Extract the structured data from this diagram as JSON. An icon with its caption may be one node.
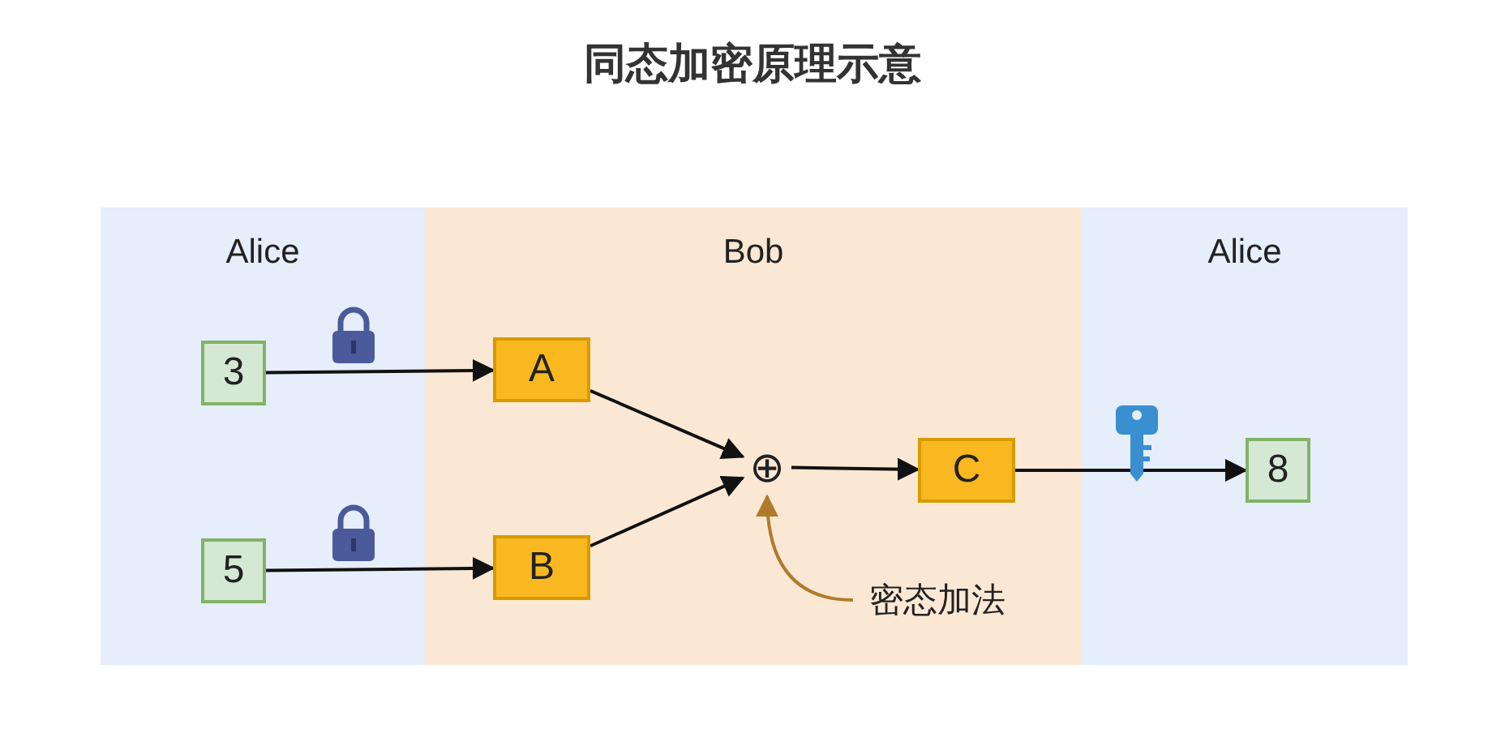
{
  "diagram": {
    "title": "同态加密原理示意",
    "nodes": [
      {
        "text": [
          "Alice"
        ]
      },
      {
        "text": [
          "Bob"
        ]
      },
      {
        "text": [
          "Alice"
        ]
      },
      {
        "text": [
          "3"
        ],
        "in": 0
      },
      {
        "text": [
          "5"
        ],
        "in": 0
      },
      {
        "text": [
          "A"
        ],
        "in": 1
      },
      {
        "text": [
          "B"
        ],
        "in": 1
      },
      {
        "text": [
          "⊕"
        ],
        "in": 1
      },
      {
        "text": [
          "C"
        ],
        "in": 1
      },
      {
        "text": [
          "8"
        ],
        "in": 2
      },
      {
        "text": [
          "密态加法"
        ],
        "in": 1
      }
    ],
    "edges": [
      {
        "from": 3,
        "to": 5,
        "arrow": "to"
      },
      {
        "from": 4,
        "to": 6,
        "arrow": "to"
      },
      {
        "from": 5,
        "to": 7,
        "arrow": "to"
      },
      {
        "from": 6,
        "to": 7,
        "arrow": "to"
      },
      {
        "from": 7,
        "to": 8,
        "arrow": "to"
      },
      {
        "from": 8,
        "to": 9,
        "arrow": "to"
      },
      {
        "from": 10,
        "to": 7,
        "arrow": "to",
        "color": "#b07a2a"
      }
    ]
  }
}
